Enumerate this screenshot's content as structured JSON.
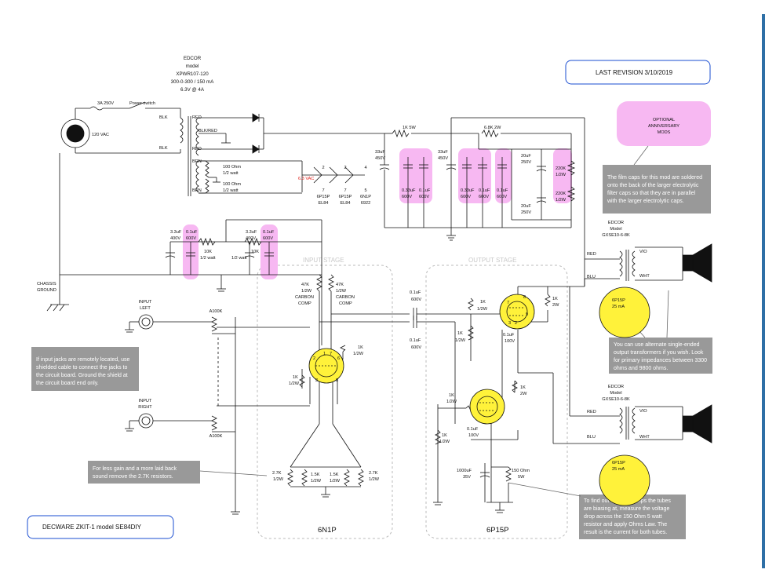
{
  "header": {
    "last_revision": "LAST REVISION  3/10/2019",
    "title": "DECWARE ZKIT-1 model SE84DIY"
  },
  "power_transformer": {
    "brand": "EDCOR",
    "model_label": "model",
    "model": "XPWR107-120",
    "spec1": "300-0-300 / 150 mA",
    "spec2": "6.3V @ 4A"
  },
  "mains": {
    "fuse": "3A 250V",
    "switch": "Power switch",
    "voltage": "120 VAC",
    "wire_blk1": "BLK",
    "wire_blk2": "BLK"
  },
  "secondary": {
    "red_top": "RED",
    "blk_red": "BLK/RED",
    "red_bottom": "RED",
    "brn_top": "BRN",
    "brn_bottom": "BRN",
    "r_top": "100 Ohm",
    "r_top_w": "1/2 watt",
    "r_bot": "100 Ohm",
    "r_bot_w": "1/2 watt",
    "heater": "6.3 VAC"
  },
  "heater_pins": {
    "p1": "2",
    "p2": "2",
    "p3": "4",
    "q1": "7",
    "q2": "7",
    "q3": "5",
    "t1": "6P15P",
    "t2": "6P15P",
    "t3": "6N1P",
    "u1": "EL84",
    "u2": "EL84",
    "u3": "6922"
  },
  "supply": {
    "r1": "1K 5W",
    "r2": "6.8K 2W",
    "c1": "33uF",
    "c1v": "450V",
    "c2": "33uF",
    "c2v": "450V",
    "film_a": "0.33uF",
    "film_a_v": "600V",
    "film_b": "0.1uF",
    "film_b_v": "600V",
    "film_c": "0.33uF",
    "film_c_v": "600V",
    "film_d": "0.1uF",
    "film_d_v": "600V",
    "film_e": "0.1uF",
    "film_e_v": "600V",
    "c20a": "20uF",
    "c20a_v": "250V",
    "c20b": "20uF",
    "c20b_v": "250V",
    "r220a": "220K",
    "r220a_w": "1/2W",
    "r220b": "220K",
    "r220b_w": "1/2W"
  },
  "preamp_supply": {
    "c1": "3.3uF",
    "c1v": "400V",
    "f1": "0.1uF",
    "f1v": "600V",
    "c2": "3.3uF",
    "c2v": "400V",
    "f2": "0.1uF",
    "f2v": "600V",
    "r1": "10K",
    "r1w": "1/2 watt",
    "r2": "10K",
    "r2w": "1/2 watt"
  },
  "chassis": {
    "l1": "CHASSIS",
    "l2": "GROUND"
  },
  "optional": {
    "l1": "OPTIONAL",
    "l2": "ANNIVERSARY",
    "l3": "MODS"
  },
  "notes": {
    "film": [
      "The film caps for this mod are soldered",
      "onto the back of the larger electrolytic",
      "filter caps so that they are in parallel",
      "with the larger electrolytic caps."
    ],
    "jacks": [
      "If input jacks are remotely located, use",
      "shielded cable to connect the jacks to",
      "the circuit board.  Ground the shield at",
      "the circuit board end only."
    ],
    "gain": [
      "For less gain and a more laid back",
      "sound remove the 2.7K resistors."
    ],
    "ot": [
      "You can use alternate single-ended",
      "output transformers if you wish.  Look",
      "for primary impedances between 3300",
      "ohms and 9800 ohms."
    ],
    "bias": [
      "To find out what milliamps the tubes",
      "are biasing at, measure the voltage",
      "drop across the 150 Ohm 5 watt",
      "resistor and apply Ohms Law.  The",
      "result is the current for both tubes."
    ]
  },
  "stages": {
    "input": "INPUT STAGE",
    "output": "OUTPUT STAGE",
    "input_tube": "6N1P",
    "output_tube": "6P15P"
  },
  "inputs": {
    "left1": "INPUT",
    "left2": "LEFT",
    "right1": "INPUT",
    "right2": "RIGHT",
    "pot1": "A100K",
    "pot2": "A100K"
  },
  "input_stage": {
    "r47a": "47K",
    "r47a_w": "1/2W",
    "r47a_t1": "CARBON",
    "r47a_t2": "COMP",
    "r47b": "47K",
    "r47b_w": "1/2W",
    "r47b_t1": "CARBON",
    "r47b_t2": "COMP",
    "r1ka": "1K",
    "r1ka_w": "1/2W",
    "r1kb": "1K",
    "r1kb_w": "1/2W",
    "r27a": "2.7K",
    "r27a_w": "1/2W",
    "r15a": "1.5K",
    "r15a_w": "1/2W",
    "r15b": "1.5K",
    "r15b_w": "1/2W",
    "r27b": "2.7K",
    "r27b_w": "1/2W",
    "pins": [
      "2",
      "1",
      "7",
      "6",
      "3",
      "8"
    ]
  },
  "coupling": {
    "c1": "0.1uF",
    "c1v": "600V",
    "c2": "0.1uF",
    "c2v": "600V"
  },
  "output_stage": {
    "g1": "1K",
    "g1w": "1/2W",
    "g2": "1K",
    "g2w": "1/2W",
    "ga": "1K",
    "gaw": "1/2W",
    "gb": "1K",
    "gbw": "1/2W",
    "s1": "1K",
    "s1w": "2W",
    "s2": "1K",
    "s2w": "2W",
    "cb1": "0.1uF",
    "cb1v": "100V",
    "cb2": "0.1uF",
    "cb2v": "100V",
    "ck": "1000uF",
    "ckv": "35V",
    "rk": "150 Ohm",
    "rkw": "5W",
    "pins": [
      "7",
      "8",
      "9",
      "3",
      "2"
    ]
  },
  "output_transformers": {
    "brand": "EDCOR",
    "model_label": "Model",
    "model": "GXSE10-6-8K",
    "red": "RED",
    "blu": "BLU",
    "vio": "VIO",
    "wht": "WHT",
    "brand2": "EDCOR",
    "model_label2": "Model",
    "model2": "GXSE10-6-8K",
    "red2": "RED",
    "blu2": "BLU",
    "vio2": "VIO",
    "wht2": "WHT"
  },
  "bias_circles": {
    "a1": "6P15P",
    "a2": "25 mA",
    "b1": "6P15P",
    "b2": "25 mA"
  },
  "colors": {
    "highlight": "#f7b8f2",
    "tube": "#fff23a",
    "accent": "#2e6fa6",
    "box_border": "#1a4dd1"
  }
}
